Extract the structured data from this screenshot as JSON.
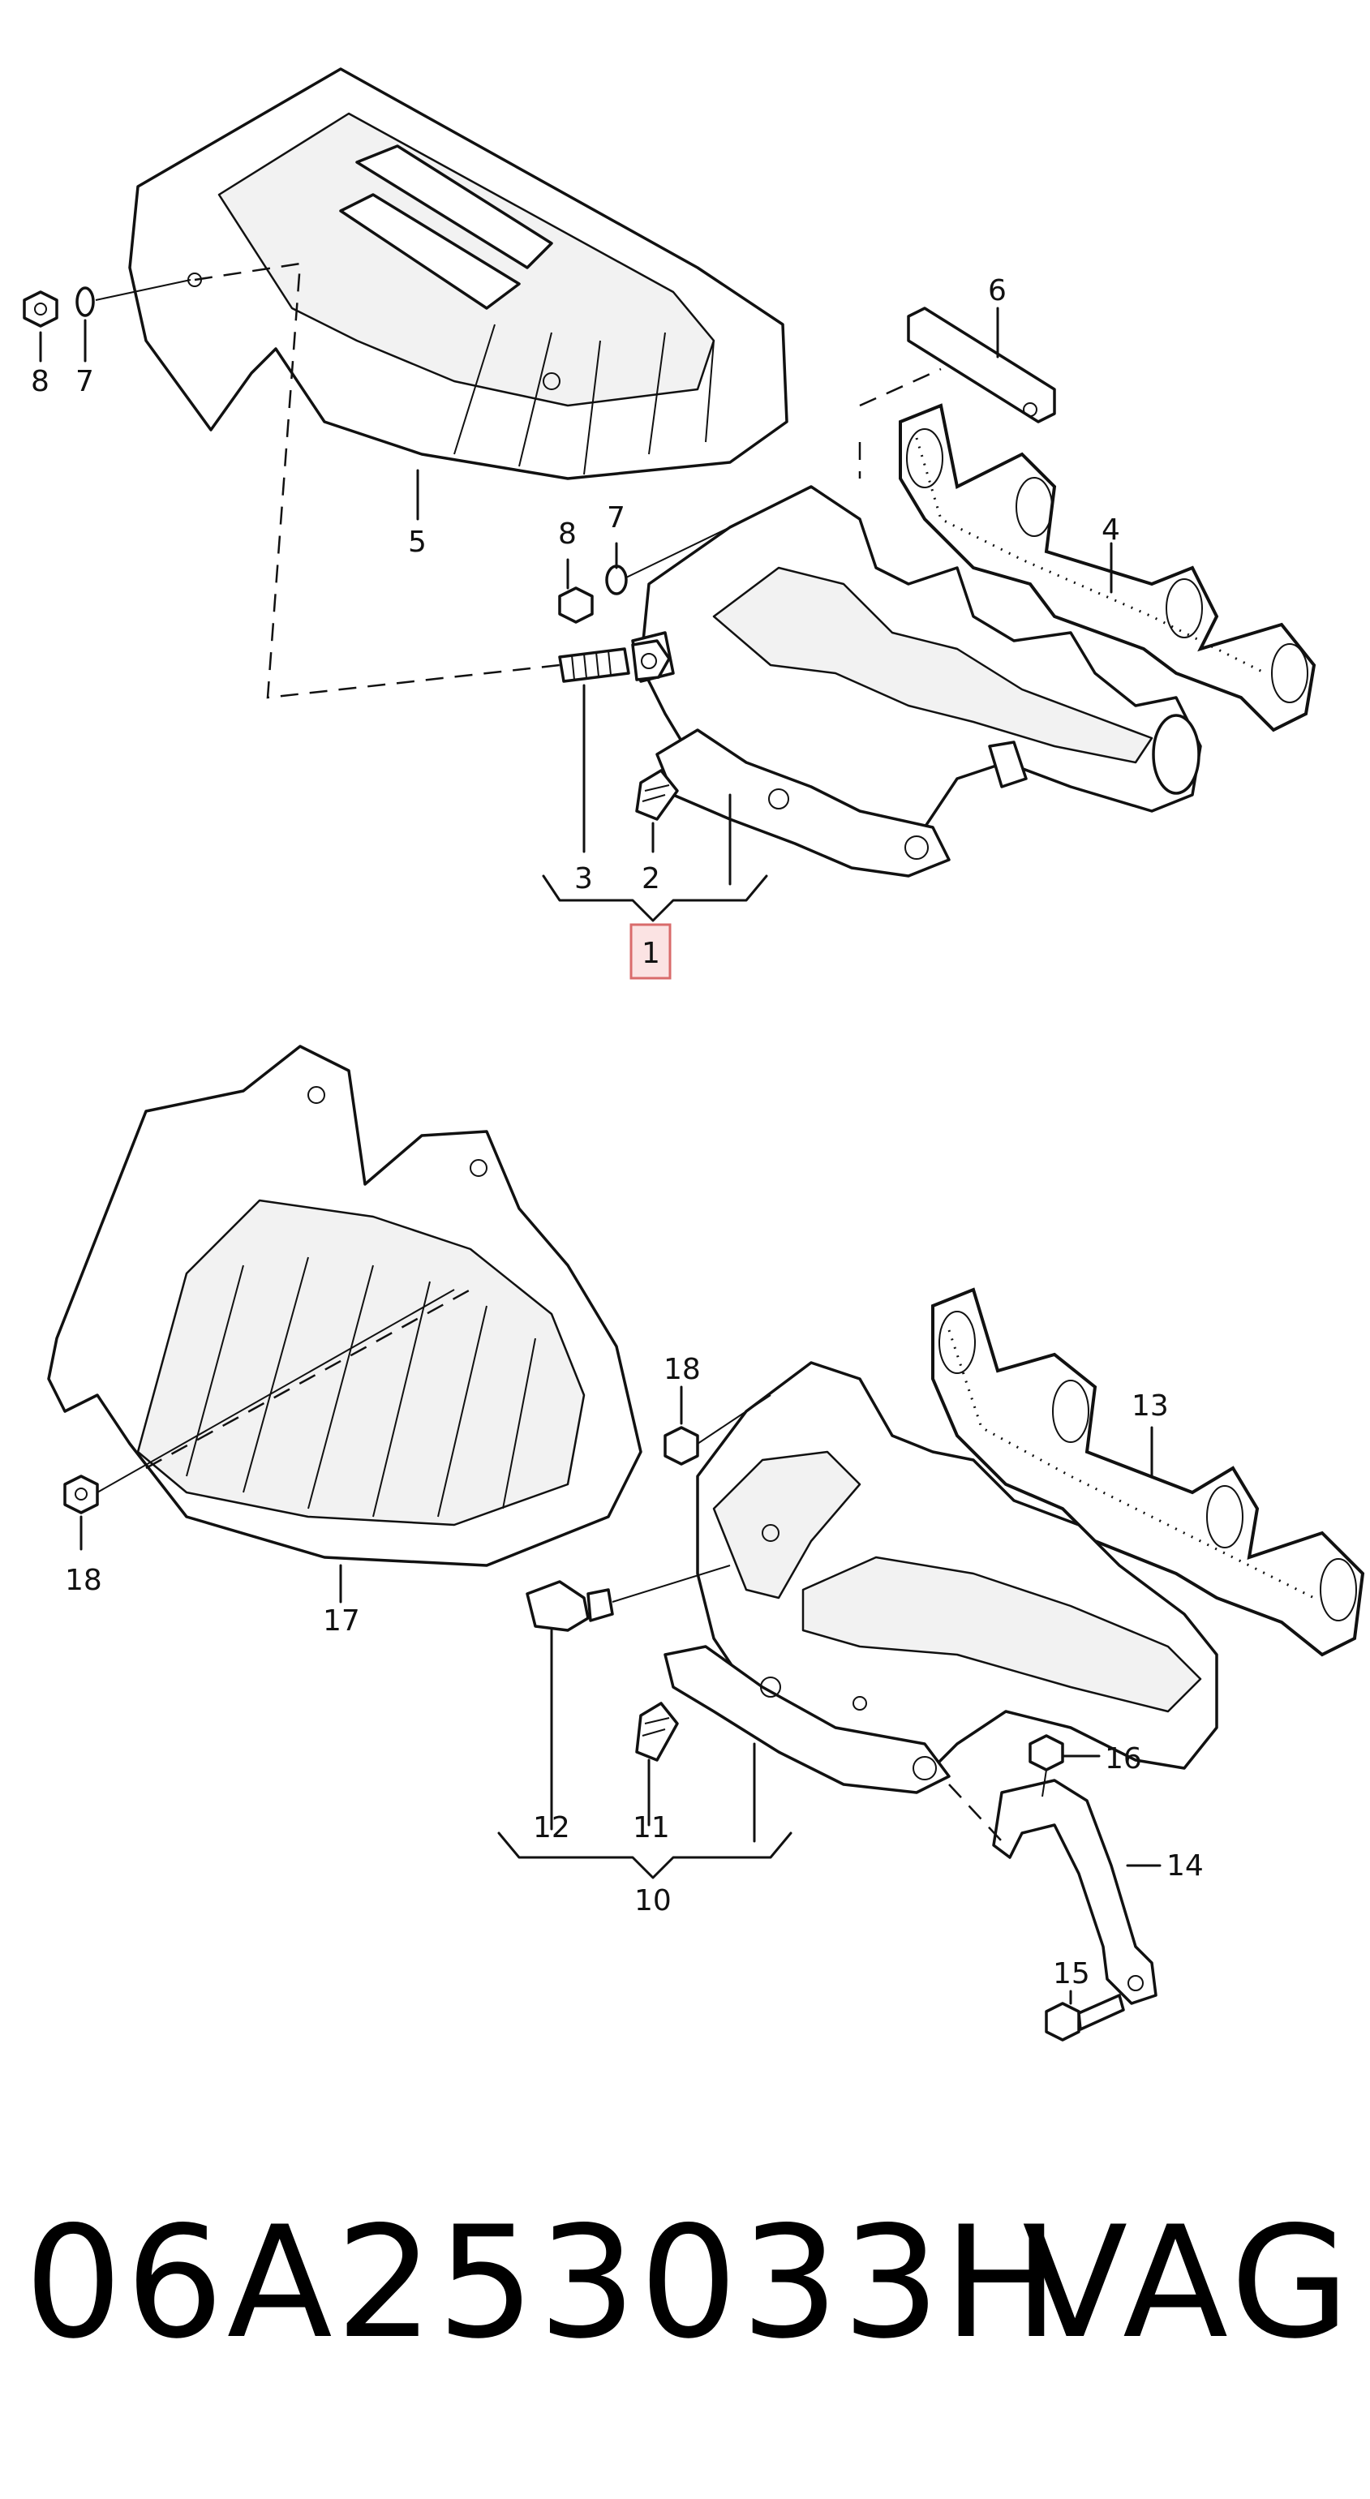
{
  "callouts": {
    "c1": "1",
    "c2": "2",
    "c3": "3",
    "c4": "4",
    "c5": "5",
    "c6": "6",
    "c7a": "7",
    "c7b": "7",
    "c8a": "8",
    "c8b": "8",
    "c10": "10",
    "c11": "11",
    "c12": "12",
    "c13": "13",
    "c14": "14",
    "c15": "15",
    "c16": "16",
    "c17": "17",
    "c18a": "18",
    "c18b": "18"
  },
  "highlighted_callout": "1",
  "colors": {
    "highlight_fill": "#fbe3e3",
    "highlight_border": "#d96b6b",
    "ink": "#111111"
  },
  "footer": {
    "part_number": "06A253033H",
    "brand": "VAG"
  }
}
